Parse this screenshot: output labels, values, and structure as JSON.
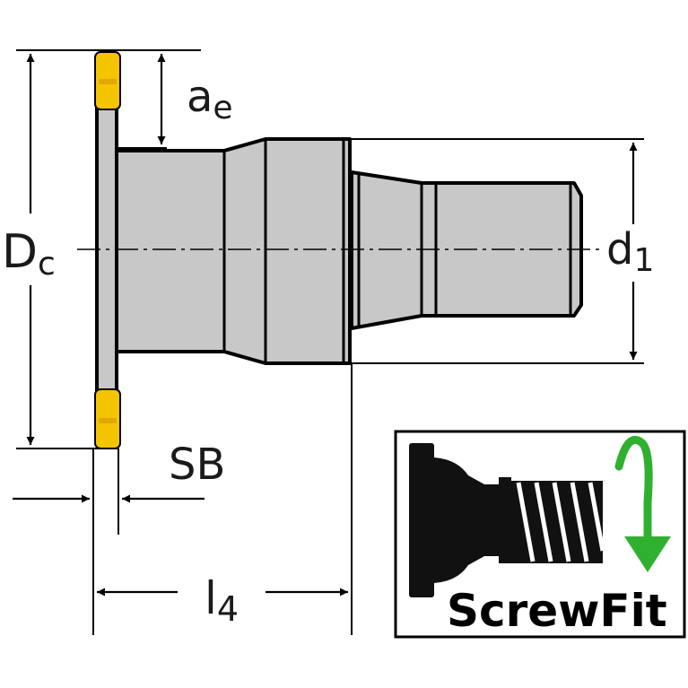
{
  "labels": {
    "dc_main": "D",
    "dc_sub": "c",
    "ae_main": "a",
    "ae_sub": "e",
    "d1_main": "d",
    "d1_sub": "1",
    "sb": "SB",
    "l4_main": "l",
    "l4_sub": "4"
  },
  "badge": {
    "text": "ScrewFit",
    "icon": "screwfit-rotate-icon"
  },
  "colors": {
    "body_gray": "#c8c8c8",
    "insert_gold": "#f5c400",
    "arrow_green": "#2fb02f",
    "line_black": "#000000"
  }
}
